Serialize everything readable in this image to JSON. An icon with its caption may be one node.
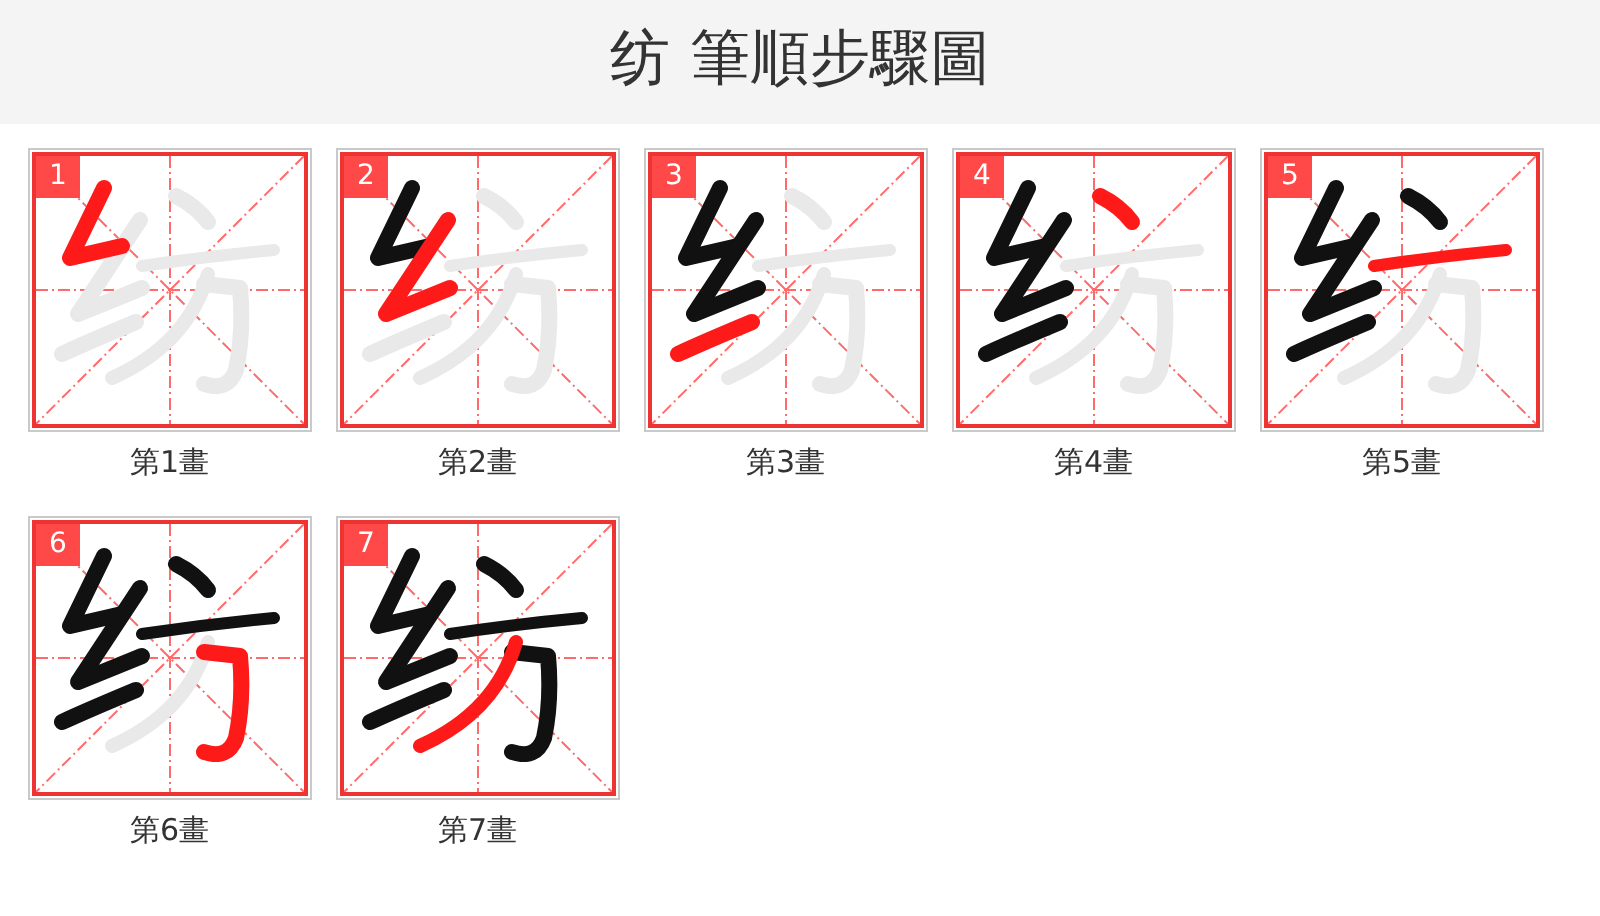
{
  "diagram": {
    "title": "纺 筆順步驟圖",
    "nodes": [
      {
        "text": [
          "1"
        ],
        "beside": [
          "第1畫"
        ]
      },
      {
        "text": [
          "2"
        ],
        "beside": [
          "第2畫"
        ]
      },
      {
        "text": [
          "3"
        ],
        "beside": [
          "第3畫"
        ]
      },
      {
        "text": [
          "4"
        ],
        "beside": [
          "第4畫"
        ]
      },
      {
        "text": [
          "5"
        ],
        "beside": [
          "第5畫"
        ]
      },
      {
        "text": [
          "6"
        ],
        "beside": [
          "第6畫"
        ]
      },
      {
        "text": [
          "7"
        ],
        "beside": [
          "第7畫"
        ]
      }
    ]
  }
}
